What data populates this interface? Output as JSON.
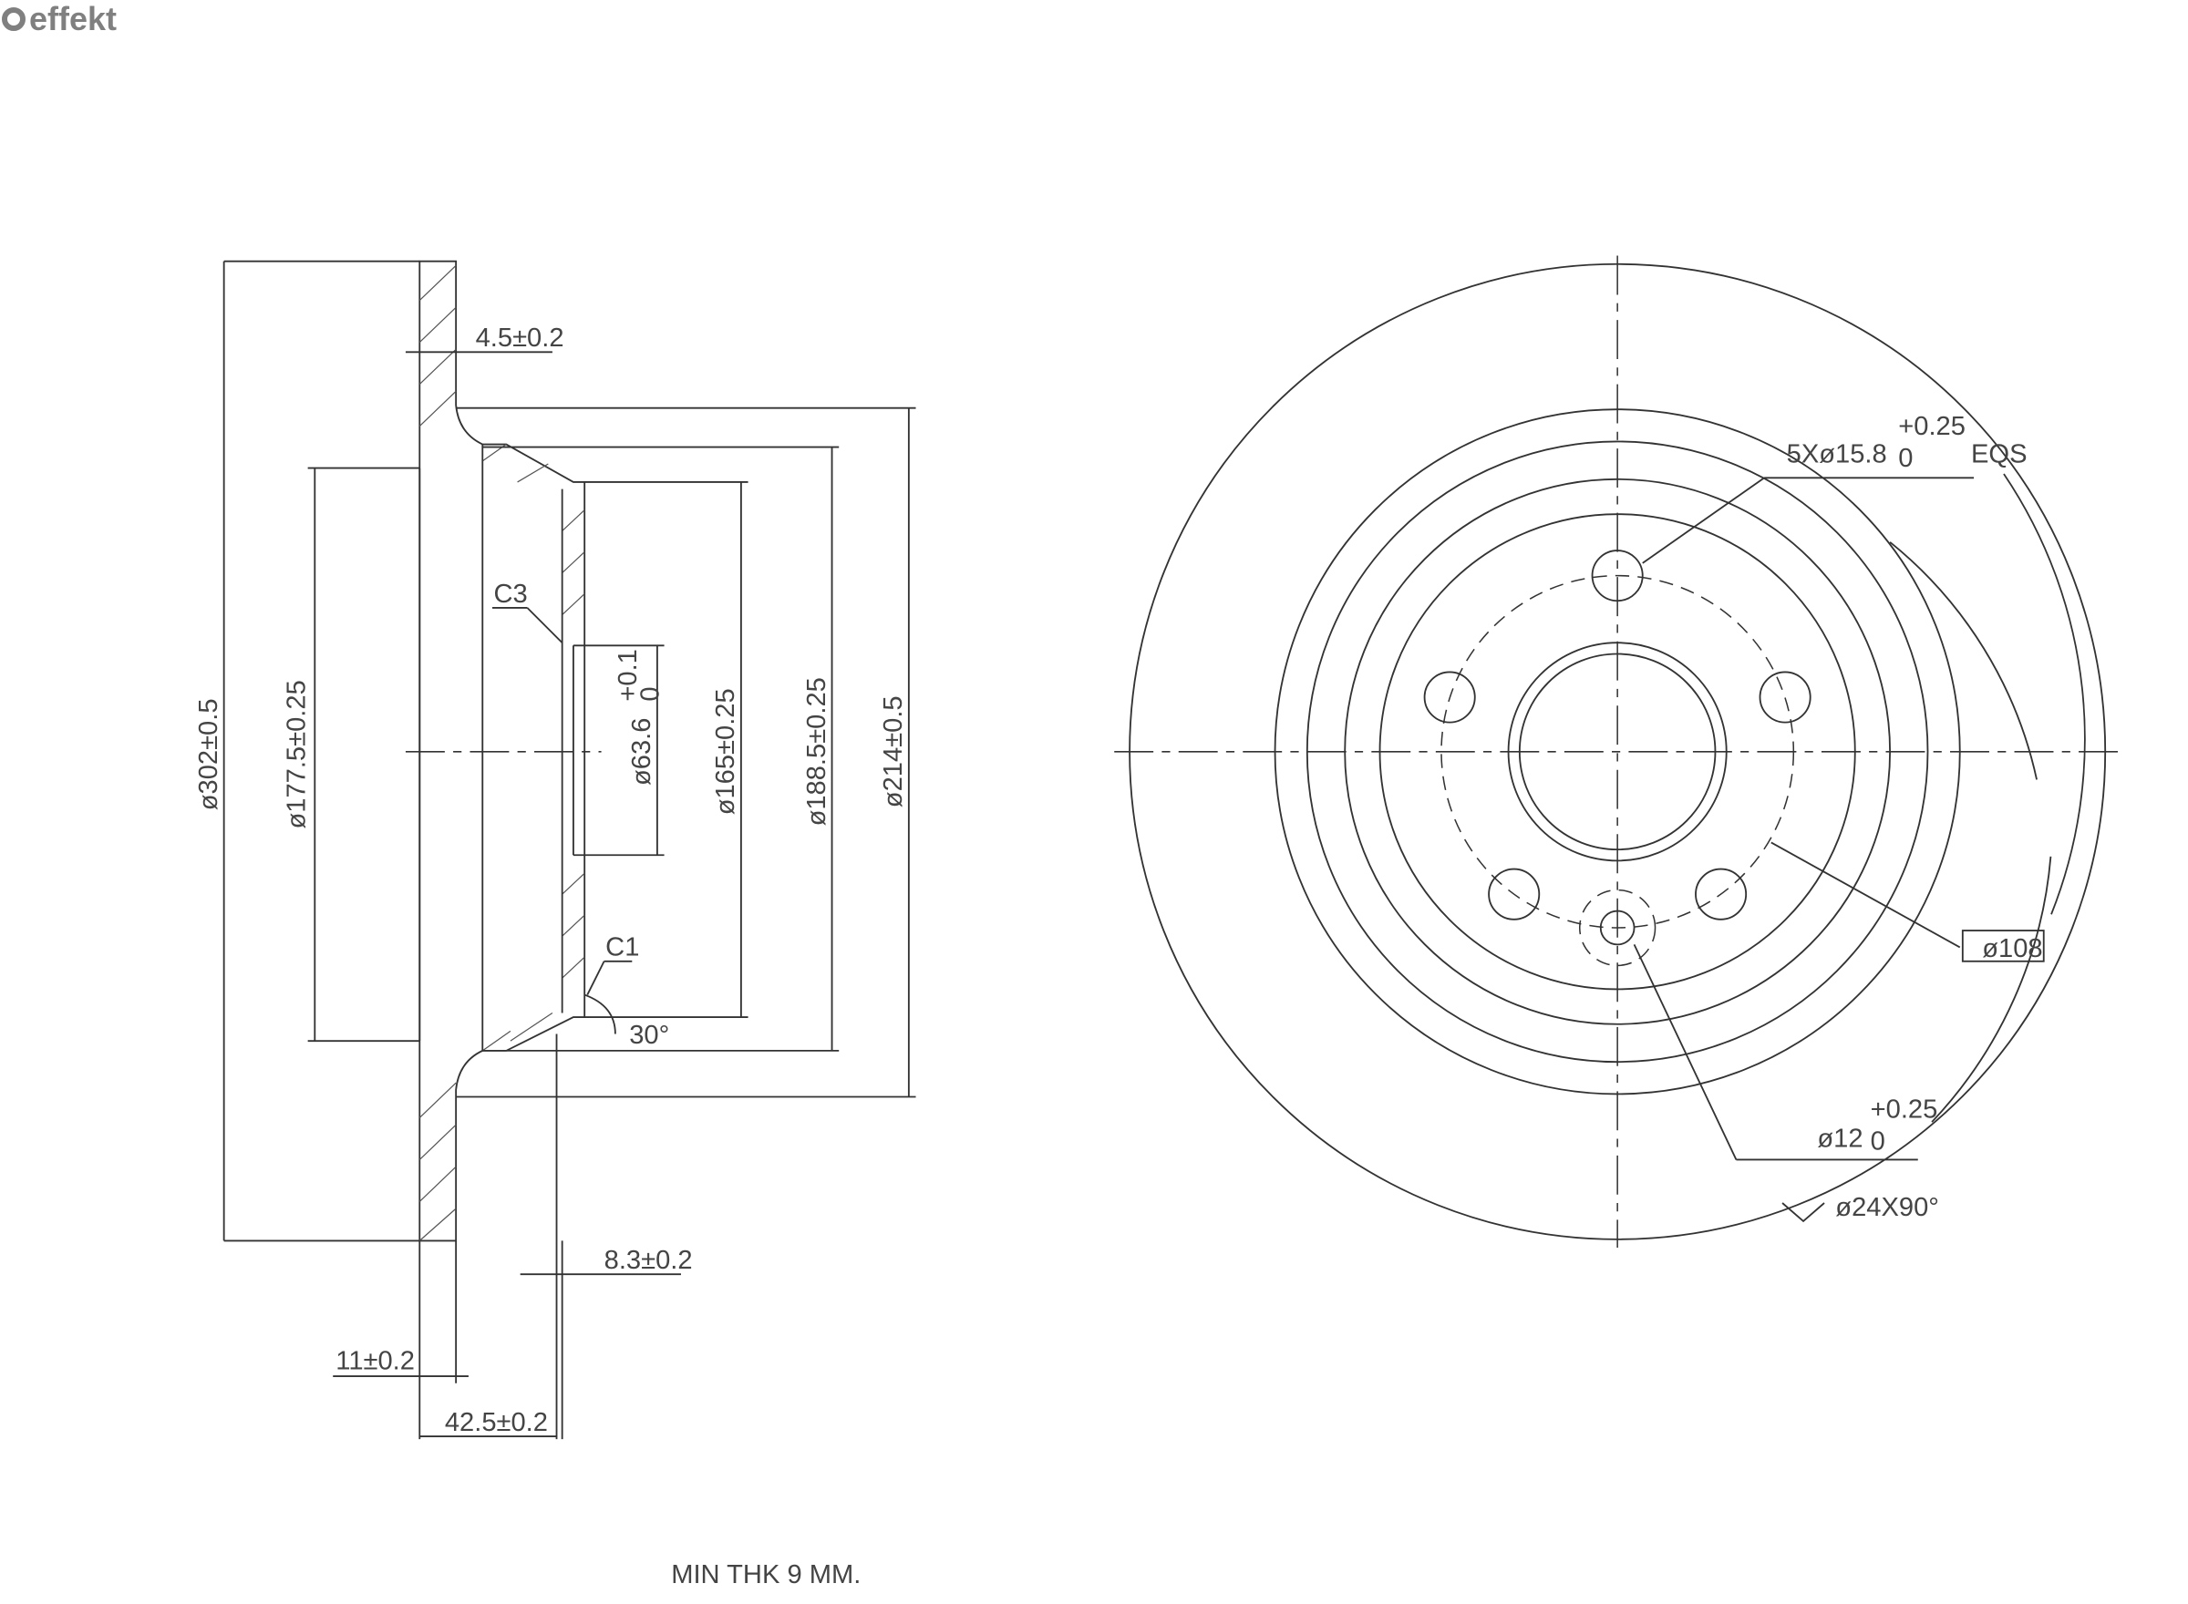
{
  "logo": {
    "text": "effekt"
  },
  "side_view": {
    "dims": {
      "d302": "ø302±0.5",
      "d177": "ø177.5±0.25",
      "d63": "ø63.6",
      "d63_tol_upper": "+0.1",
      "d63_tol_lower": "0",
      "d165": "ø165±0.25",
      "d188": "ø188.5±0.25",
      "d214": "ø214±0.5",
      "t45": "4.5±0.2",
      "t83": "8.3±0.2",
      "t11": "11±0.2",
      "t425": "42.5±0.2",
      "c3": "C3",
      "c1": "C1",
      "angle": "30°"
    },
    "note": "MIN  THK  9  MM."
  },
  "front_view": {
    "holes_label": "5Xø15.8",
    "holes_tol_upper": "+0.25",
    "holes_tol_lower": "0",
    "holes_suffix": "EQS",
    "pcd": "ø108",
    "pin_label": "ø12",
    "pin_tol_upper": "+0.25",
    "pin_tol_lower": "0",
    "countersink": "ø24X90°"
  }
}
